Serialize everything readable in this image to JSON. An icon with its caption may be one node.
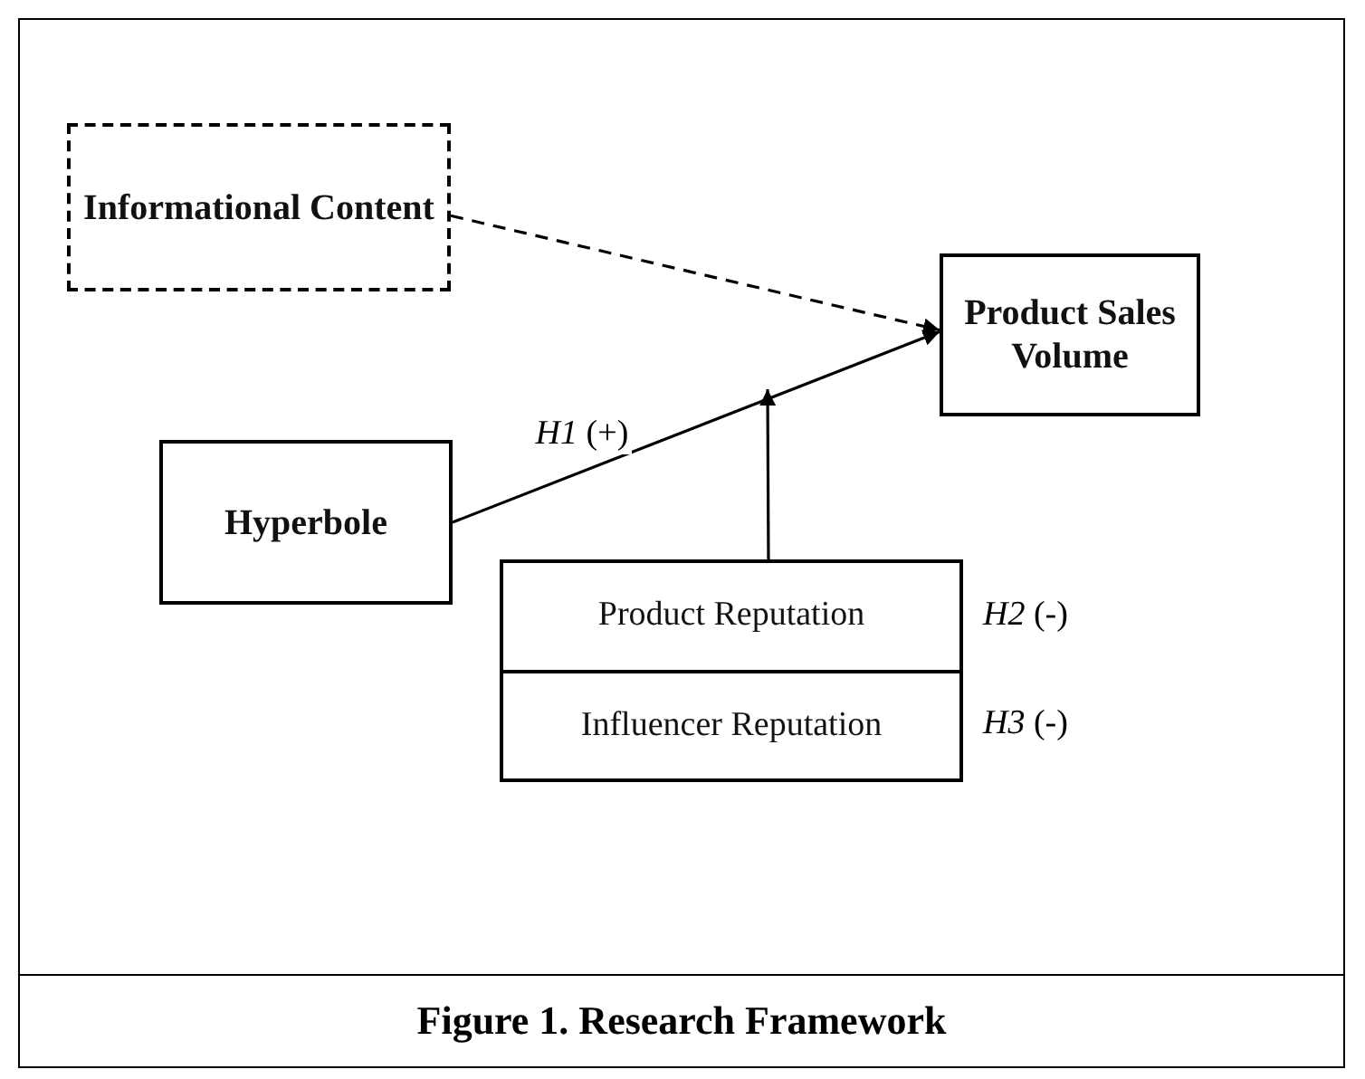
{
  "diagram": {
    "caption": "Figure 1. Research Framework",
    "nodes": [
      {
        "text": [
          "Informational Content"
        ]
      },
      {
        "text": [
          "Product Sales Volume"
        ]
      },
      {
        "text": [
          "Hyperbole"
        ]
      },
      {
        "text": [
          "Product Reputation"
        ],
        "beside": [
          "*H2* (-)"
        ]
      },
      {
        "text": [
          "Influencer Reputation"
        ],
        "beside": [
          "*H3* (-)"
        ]
      }
    ],
    "edges": [
      {
        "from": 0,
        "to": 1,
        "arrow": "to",
        "style": "dashed"
      },
      {
        "from": 2,
        "to": 1,
        "arrow": "to",
        "label": "*H1* (+)"
      },
      {
        "from": 3,
        "to": null,
        "arrow": "to"
      }
    ]
  }
}
